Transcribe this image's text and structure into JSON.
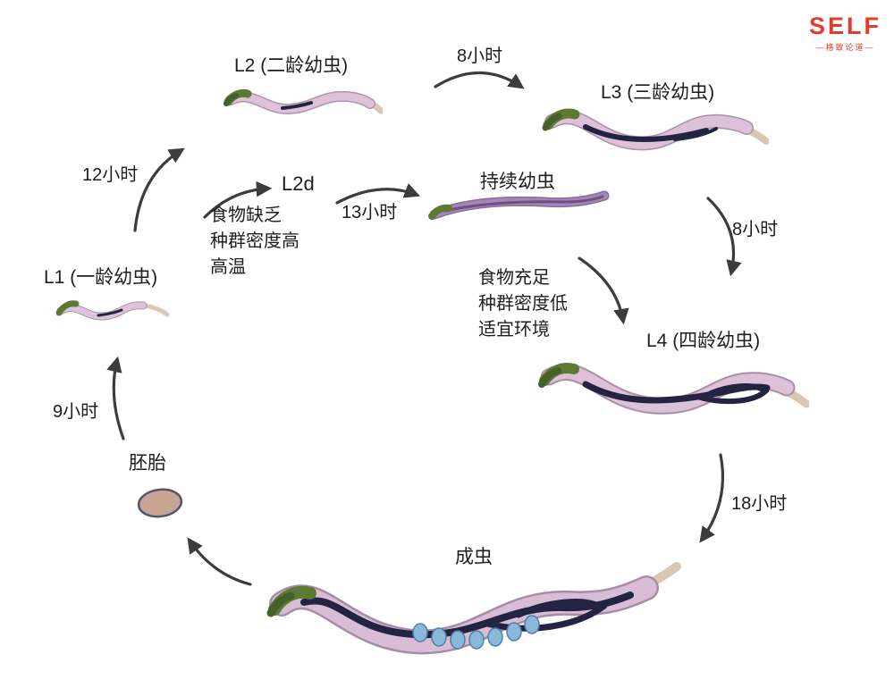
{
  "logo": {
    "brand": "SELF",
    "tagline": "—格致论道—"
  },
  "stages": {
    "l1": {
      "label": "L1 (一龄幼虫)"
    },
    "l2": {
      "label": "L2 (二龄幼虫)"
    },
    "l2d": {
      "label": "L2d"
    },
    "l3": {
      "label": "L3 (三龄幼虫)"
    },
    "l4": {
      "label": "L4 (四龄幼虫)"
    },
    "dauer": {
      "label": "持续幼虫"
    },
    "adult": {
      "label": "成虫"
    },
    "embryo": {
      "label": "胚胎"
    }
  },
  "durations": {
    "l2_to_l3": "8小时",
    "l1_to_l2": "12小时",
    "l2d_to_dauer": "13小时",
    "l3_to_l4": "8小时",
    "l4_to_adult": "18小时",
    "embryo_to_l1": "9小时"
  },
  "conditions": {
    "to_dauer": [
      "食物缺乏",
      "种群密度高",
      "高温"
    ],
    "from_dauer": [
      "食物充足",
      "种群密度低",
      "适宜环境"
    ]
  },
  "colors": {
    "logo_red": "#e23b2e",
    "arrow": "#3c3c3c",
    "worm_body_pink": "#d9bcd6",
    "worm_head_green": "#5c7a33",
    "worm_gut_navy": "#232342",
    "worm_tail_tan": "#d9c7b2",
    "dauer_purple": "#a685b7",
    "egg_blue": "#8ab8d8",
    "embryo_fill": "#c8a593"
  }
}
